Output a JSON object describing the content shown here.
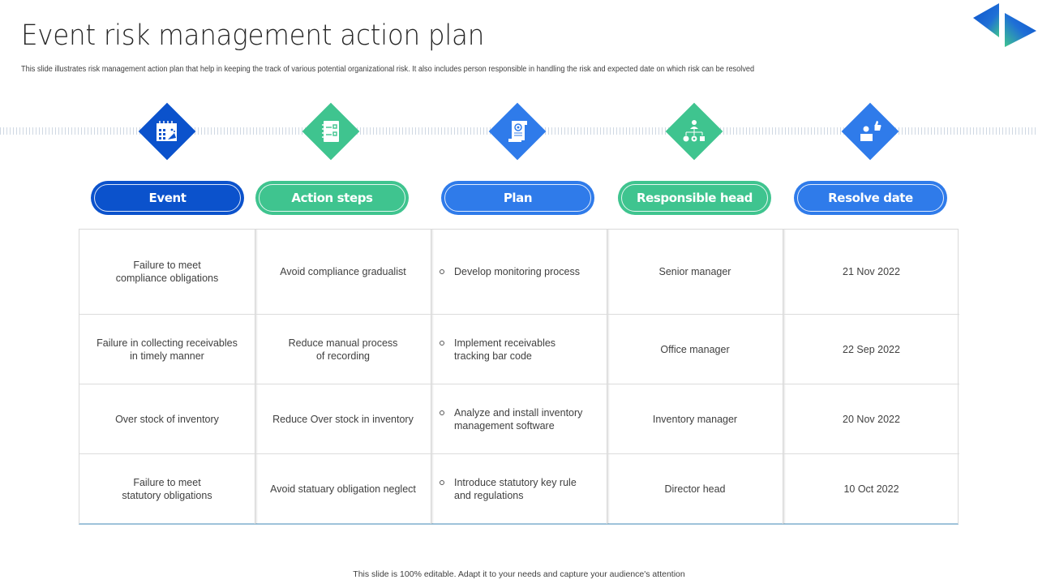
{
  "header": {
    "title": "Event risk management action plan",
    "subtitle": "This slide illustrates risk management action plan that help in keeping the track of various potential organizational risk. It also includes person responsible in handling the risk and expected date on which risk can be resolved"
  },
  "colors": {
    "dark_blue": "#0b52cc",
    "blue": "#2f7bea",
    "green": "#3fc48f",
    "table_border": "#d9d9d9",
    "table_bottom": "#9ec3da"
  },
  "columns": [
    {
      "label": "Event",
      "icon": "calendar-icon",
      "color": "#0b52cc"
    },
    {
      "label": "Action steps",
      "icon": "checklist-icon",
      "color": "#3fc48f"
    },
    {
      "label": "Plan",
      "icon": "document-scroll-icon",
      "color": "#2f7bea"
    },
    {
      "label": "Responsible head",
      "icon": "org-hierarchy-icon",
      "color": "#3fc48f"
    },
    {
      "label": "Resolve date",
      "icon": "person-thumbs-up-icon",
      "color": "#2f7bea"
    }
  ],
  "rows": [
    {
      "event": "Failure to meet\ncompliance obligations",
      "action": "Avoid  compliance gradualist",
      "plan": "Develop  monitoring  process",
      "responsible": "Senior manager",
      "date": "21 Nov  2022"
    },
    {
      "event": "Failure in collecting receivables\nin timely manner",
      "action": "Reduce  manual  process\nof recording",
      "plan": "Implement  receivables\ntracking bar code",
      "responsible": "Office manager",
      "date": "22 Sep 2022"
    },
    {
      "event": "Over  stock of inventory",
      "action": "Reduce  Over  stock in inventory",
      "plan": "Analyze and install inventory\nmanagement  software",
      "responsible": "Inventory  manager",
      "date": "20 Nov  2022"
    },
    {
      "event": "Failure to meet\nstatutory obligations",
      "action": "Avoid  statuary obligation neglect",
      "plan": "Introduce  statutory key rule\nand  regulations",
      "responsible": "Director head",
      "date": "10 Oct 2022"
    }
  ],
  "footer": {
    "note": "This slide is 100% editable.  Adapt it to your needs and capture your audience's attention"
  }
}
